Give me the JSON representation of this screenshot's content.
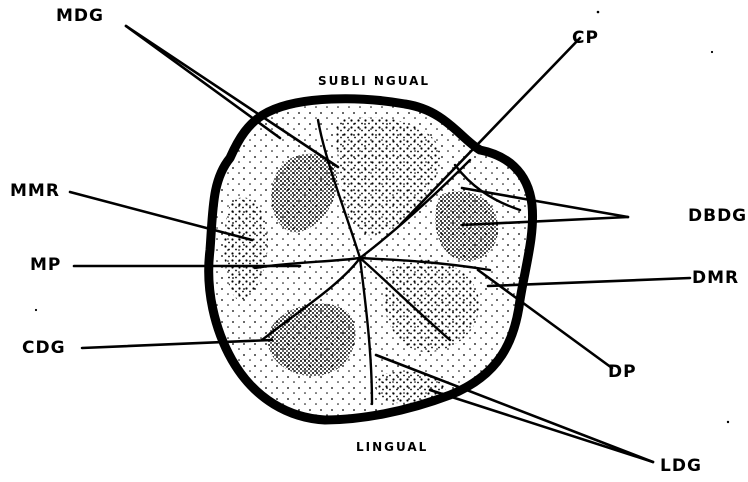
{
  "diagram": {
    "orientation": {
      "top": "SUBLI NGUAL",
      "bottom": "LINGUAL"
    },
    "labels": {
      "mdg": "MDG",
      "cp": "CP",
      "mmr": "MMR",
      "dbdg": "DBDG",
      "mp": "MP",
      "dmr": "DMR",
      "cdg": "CDG",
      "dp": "DP",
      "ldg": "LDG"
    }
  },
  "colors": {
    "ink": "#000000",
    "paper": "#ffffff"
  }
}
